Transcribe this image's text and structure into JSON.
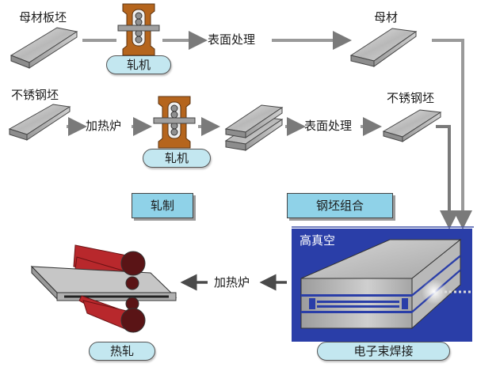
{
  "row1": {
    "slab_label": "母材板坯",
    "mill_label": "轧机",
    "process_label": "表面处理",
    "output_label": "母材"
  },
  "row2": {
    "slab_label": "不锈钢坯",
    "heat_label": "加热炉",
    "mill_label": "轧机",
    "process_label": "表面处理",
    "output_label": "不锈钢坯"
  },
  "sections": {
    "rolling_label": "轧制",
    "assembly_label": "钢坯组合"
  },
  "bottom": {
    "vacuum_label": "高真空",
    "ebw_label": "电子束焊接",
    "heat_label": "加热炉",
    "hot_rolling_label": "热轧"
  },
  "colors": {
    "arrow": "#7a7a7a",
    "mill_frame": "#b5651d",
    "vacuum_bg": "#2a3ea8",
    "pill_bg": "#c3e7f0",
    "box_bg": "#8fd2e8",
    "roller": "#b8282c",
    "roller_end": "#5a1416"
  }
}
